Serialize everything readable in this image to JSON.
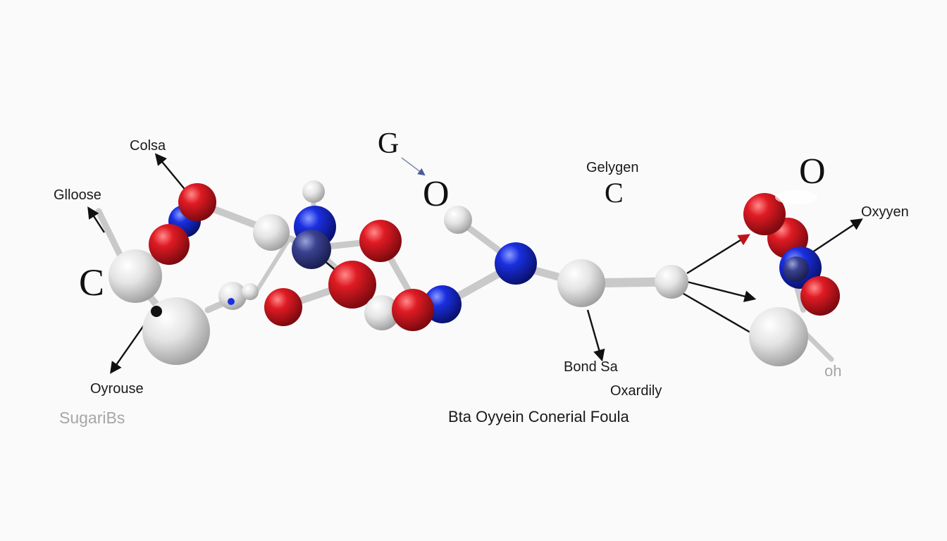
{
  "labels": {
    "colsa": "Colsa",
    "glloose": "Glloose",
    "c_left": "C",
    "oyrouse": "Oyrouse",
    "sugaribs": "SugariBs",
    "g_top": "G",
    "o_mid": "O",
    "gelygen": "Gelygen",
    "c_mid": "C",
    "o_right": "O",
    "oxyyen": "Oxyyen",
    "bond_sa": "Bond Sa",
    "oxardily": "Oxardily",
    "oh": "oh",
    "caption": "Bta Oyyein Conerial Foula"
  },
  "colors": {
    "oxygen": "#c0121a",
    "nitrogen": "#1326c4",
    "carbon": "#d6d6d6",
    "bond": "#c9c9c9",
    "background": "#fafafa"
  }
}
